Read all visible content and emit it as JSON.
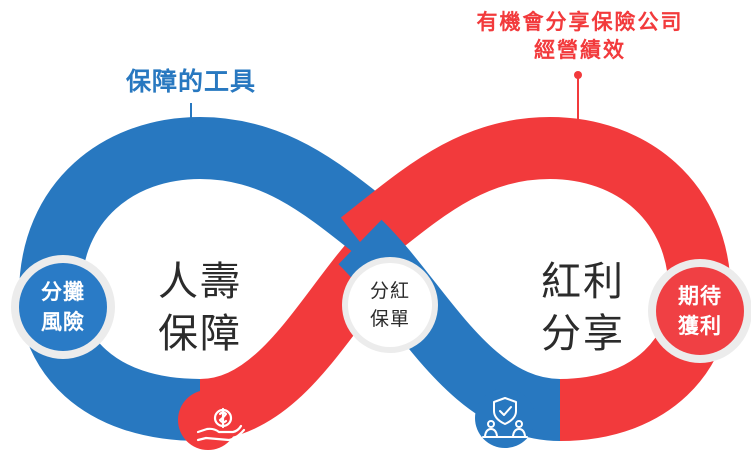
{
  "colors": {
    "blue": "#2878c0",
    "red": "#f23a3c",
    "badge_blue": "#2a7bc6",
    "badge_red": "#f04044",
    "ring": "#ececec",
    "text_dark": "#2b2b2b"
  },
  "callouts": {
    "left": {
      "text": "保障的工具"
    },
    "right": {
      "line1": "有機會分享保險公司",
      "line2": "經營績效"
    }
  },
  "loops": {
    "left": {
      "line1": "人壽",
      "line2": "保障"
    },
    "right": {
      "line1": "紅利",
      "line2": "分享"
    }
  },
  "center_badge": {
    "line1": "分紅",
    "line2": "保單"
  },
  "side_badges": {
    "left": {
      "line1": "分攤",
      "line2": "風險"
    },
    "right": {
      "line1": "期待",
      "line2": "獲利"
    }
  },
  "icons": {
    "bottom_left": "hand-coin-icon",
    "bottom_center": "shield-people-icon"
  }
}
